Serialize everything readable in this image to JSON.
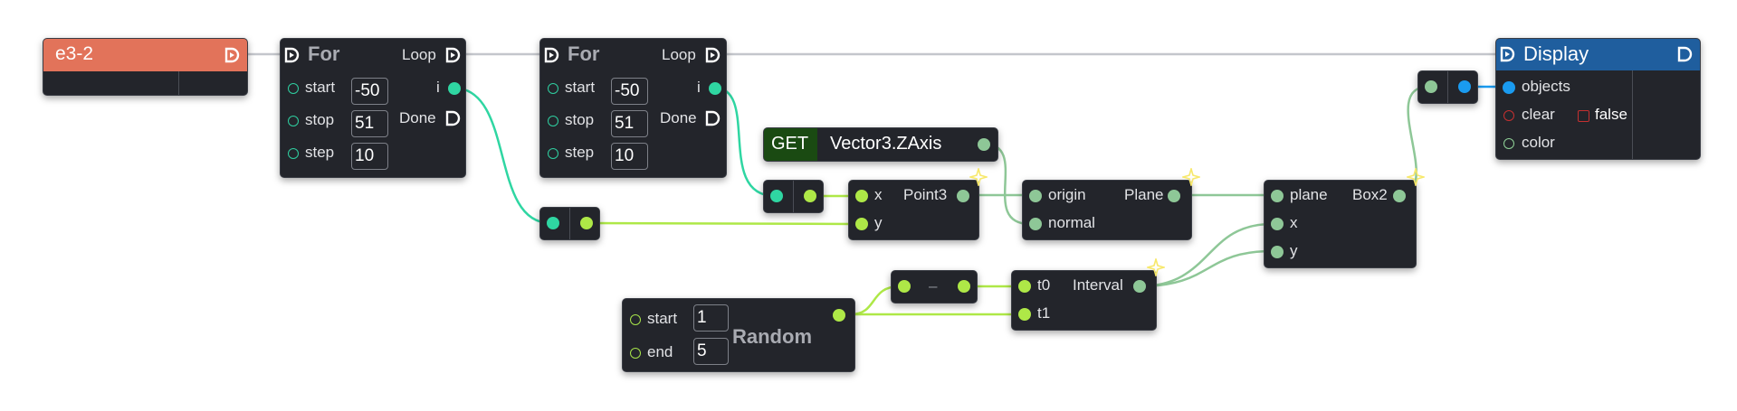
{
  "colors": {
    "background": "#ffffff",
    "node_bg": "#23252b",
    "header_orange": "#e2735a",
    "header_blue": "#1f5e9e",
    "get_green": "#1a4a12",
    "port_teal": "#2fd6a2",
    "port_yellow_green": "#aee847",
    "port_light_green": "#8ec797",
    "port_blue": "#1a9bf0",
    "wire_gray": "#c4c6cc",
    "sparkle_yellow": "#f7e86a"
  },
  "icons": {
    "flow": "d-flow-icon",
    "flow_outline": "d-flow-outline-icon",
    "sparkle": "sparkle-icon"
  },
  "nodes": {
    "e32": {
      "title": "e3-2"
    },
    "for1": {
      "title": "For",
      "loop": "Loop",
      "i": "i",
      "done": "Done",
      "start_label": "start",
      "start_value": "-50",
      "stop_label": "stop",
      "stop_value": "51",
      "step_label": "step",
      "step_value": "10"
    },
    "for2": {
      "title": "For",
      "loop": "Loop",
      "i": "i",
      "done": "Done",
      "start_label": "start",
      "start_value": "-50",
      "stop_label": "stop",
      "stop_value": "51",
      "step_label": "step",
      "step_value": "10"
    },
    "get": {
      "keyword": "GET",
      "name": "Vector3.ZAxis"
    },
    "point3": {
      "title": "Point3",
      "x": "x",
      "y": "y"
    },
    "plane": {
      "title": "Plane",
      "origin": "origin",
      "normal": "normal"
    },
    "box2": {
      "title": "Box2",
      "plane": "plane",
      "x": "x",
      "y": "y"
    },
    "display": {
      "title": "Display",
      "objects": "objects",
      "clear": "clear",
      "clear_value": "false",
      "color": "color"
    },
    "negate": {
      "symbol": "–"
    },
    "interval": {
      "title": "Interval",
      "t0": "t0",
      "t1": "t1"
    },
    "random": {
      "title": "Random",
      "start_label": "start",
      "start_value": "1",
      "end_label": "end",
      "end_value": "5"
    }
  }
}
